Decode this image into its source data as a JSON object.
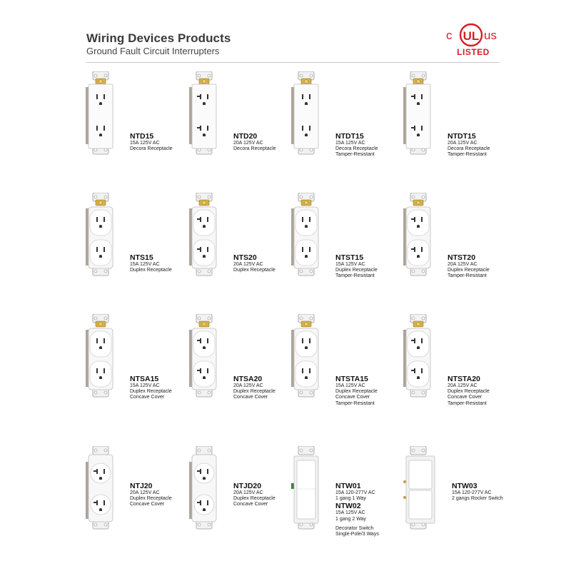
{
  "header": {
    "title": "Wiring Devices Products",
    "subtitle": "Ground Fault Circuit Interrupters"
  },
  "logo": {
    "c": "c",
    "us": "us",
    "ul": "UL",
    "listed": "LISTED",
    "color": "#d61f26"
  },
  "products": [
    {
      "code": "NTD15",
      "lines": [
        "15A  125V  AC",
        "Decora Receptacle"
      ],
      "style": "decora",
      "icon": "decora-receptacle-icon"
    },
    {
      "code": "NTD20",
      "lines": [
        "20A  125V  AC",
        "Decora Receptacle"
      ],
      "style": "decora20",
      "icon": "decora-receptacle-icon"
    },
    {
      "code": "NTDT15",
      "lines": [
        "15A  125V  AC",
        "Decora Receptacle",
        "Tamper-Resistant"
      ],
      "style": "decora",
      "icon": "decora-receptacle-icon"
    },
    {
      "code": "NTDT15",
      "lines": [
        "20A  125V  AC",
        "Decora Receptacle",
        "Tamper-Resistant"
      ],
      "style": "decora20",
      "icon": "decora-receptacle-icon"
    },
    {
      "code": "NTS15",
      "lines": [
        "15A  125V  AC",
        "Duplex Receptacle"
      ],
      "style": "duplex",
      "icon": "duplex-receptacle-icon"
    },
    {
      "code": "NTS20",
      "lines": [
        "20A  125V  AC",
        "Duplex Receptacle"
      ],
      "style": "duplex20",
      "icon": "duplex-receptacle-icon"
    },
    {
      "code": "NTST15",
      "lines": [
        "15A  125V  AC",
        "Duplex Receptacle",
        "Tamper-Resistant"
      ],
      "style": "duplex",
      "icon": "duplex-receptacle-icon"
    },
    {
      "code": "NTST20",
      "lines": [
        "20A  125V  AC",
        "Duplex Receptacle",
        "Tamper-Resistant"
      ],
      "style": "duplex20",
      "icon": "duplex-receptacle-icon"
    },
    {
      "code": "NTSA15",
      "lines": [
        "15A  125V  AC",
        "Duplex Receptacle",
        "Concave Cover"
      ],
      "style": "duplex",
      "icon": "concave-receptacle-icon"
    },
    {
      "code": "NTSA20",
      "lines": [
        "20A  125V  AC",
        "Duplex Receptacle",
        "Concave Cover"
      ],
      "style": "duplex20",
      "icon": "concave-receptacle-icon"
    },
    {
      "code": "NTSTA15",
      "lines": [
        "15A  125V  AC",
        "Duplex Receptacle",
        "Concave Cover",
        "Tamper-Resistant"
      ],
      "style": "duplex",
      "icon": "concave-receptacle-icon"
    },
    {
      "code": "NTSTA20",
      "lines": [
        "20A  125V  AC",
        "Duplex Receptacle",
        "Concave Cover",
        "Tamper-Resistant"
      ],
      "style": "duplex20",
      "icon": "concave-receptacle-icon"
    },
    {
      "code": "NTJ20",
      "lines": [
        "20A  125V  AC",
        "Duplex Receptacle",
        "Concave Cover"
      ],
      "style": "round20",
      "icon": "round-receptacle-icon"
    },
    {
      "code": "NTJD20",
      "lines": [
        "20A  125V  AC",
        "Duplex Receptacle",
        "Concave Cover"
      ],
      "style": "round20",
      "icon": "round-receptacle-icon"
    },
    {
      "code": "NTW01",
      "lines": [
        "15A  120-277V  AC",
        "1 gang 1 Way"
      ],
      "code2": "NTW02",
      "lines2": [
        "15A  125V  AC",
        "1 gang 2 Way"
      ],
      "lines3": [
        "Decorator Switch",
        "Single-Pole/3 Ways"
      ],
      "style": "switch1",
      "icon": "decorator-switch-icon"
    },
    {
      "code": "NTW03",
      "lines": [
        "15A  120-277V  AC",
        "2 gangs Rocker Switch"
      ],
      "style": "switch2",
      "icon": "rocker-switch-icon"
    }
  ]
}
